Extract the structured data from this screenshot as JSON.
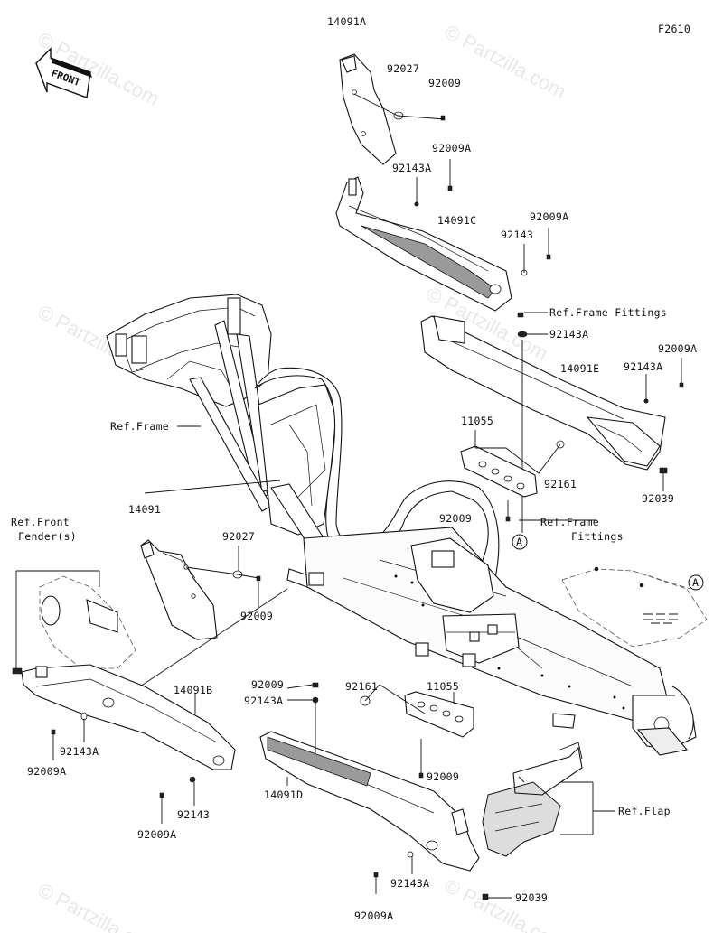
{
  "figure_code": "F2610",
  "front_label": "FRONT",
  "watermark_text": "© Partzilla.com",
  "callout_a": "A",
  "labels": {
    "p14091A": "14091A",
    "p92027_top": "92027",
    "p92009_top": "92009",
    "p92009A_1": "92009A",
    "p92143A_1": "92143A",
    "p14091C": "14091C",
    "p92009A_2": "92009A",
    "p92143_1": "92143",
    "ref_frame_fittings_top": "Ref.Frame Fittings",
    "p92143A_2": "92143A",
    "p92009A_3": "92009A",
    "p14091E": "14091E",
    "p92143A_3": "92143A",
    "ref_frame": "Ref.Frame",
    "p11055_top": "11055",
    "p92161_right": "92161",
    "p92039_right": "92039",
    "p14091": "14091",
    "p92027_mid": "92027",
    "ref_front_fender_1": "Ref.Front",
    "ref_front_fender_2": "Fender(s)",
    "p92009_mid": "92009",
    "p92009_right": "92009",
    "ref_frame_fittings_r1": "Ref.Frame",
    "ref_frame_fittings_r2": "Fittings",
    "p14091B": "14091B",
    "p92143A_4": "92143A",
    "p92009A_4": "92009A",
    "p92143_2": "92143",
    "p92009A_5": "92009A",
    "p92009_low": "92009",
    "p92143A_5": "92143A",
    "p92161_low": "92161",
    "p11055_low": "11055",
    "p92009_low2": "92009",
    "p14091D": "14091D",
    "ref_flap": "Ref.Flap",
    "p92143A_6": "92143A",
    "p92009A_6": "92009A",
    "p92039_low": "92039"
  }
}
